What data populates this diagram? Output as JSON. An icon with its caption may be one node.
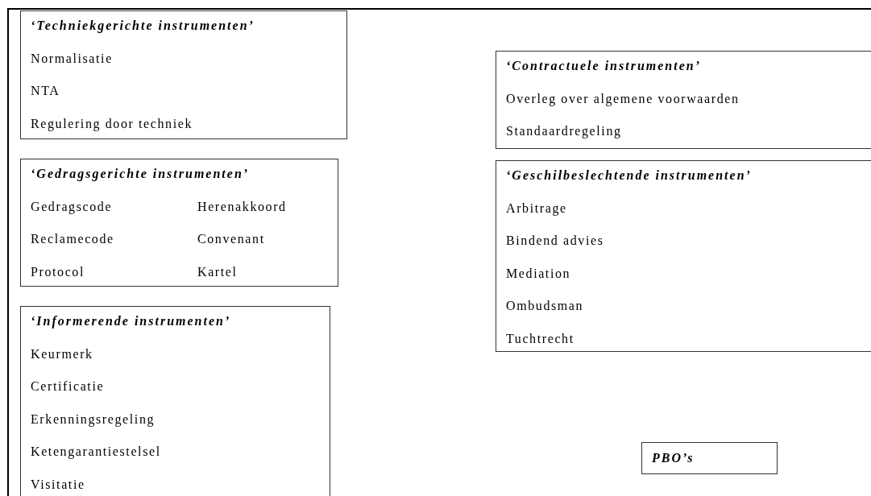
{
  "diagram": {
    "nodes": [
      {
        "text": [
          "‘Techniekgerichte instrumenten’",
          "Normalisatie",
          "NTA",
          "Regulering door techniek"
        ]
      },
      {
        "text": [
          "‘Gedragsgerichte instrumenten’",
          "Gedragscode",
          "Herenakkoord",
          "Reclamecode",
          "Convenant",
          "Protocol",
          "Kartel"
        ]
      },
      {
        "text": [
          "‘Informerende instrumenten’",
          "Keurmerk",
          "Certificatie",
          "Erkenningsregeling",
          "Ketengarantiestelsel",
          "Visitatie"
        ]
      },
      {
        "text": [
          "‘Contractuele instrumenten’",
          "Overleg over algemene voorwaarden",
          "Standaardregeling"
        ]
      },
      {
        "text": [
          "‘Geschilbeslechtende instrumenten’",
          "Arbitrage",
          "Bindend advies",
          "Mediation",
          "Ombudsman",
          "Tuchtrecht"
        ]
      },
      {
        "text": [
          "PBO’s"
        ]
      }
    ]
  }
}
